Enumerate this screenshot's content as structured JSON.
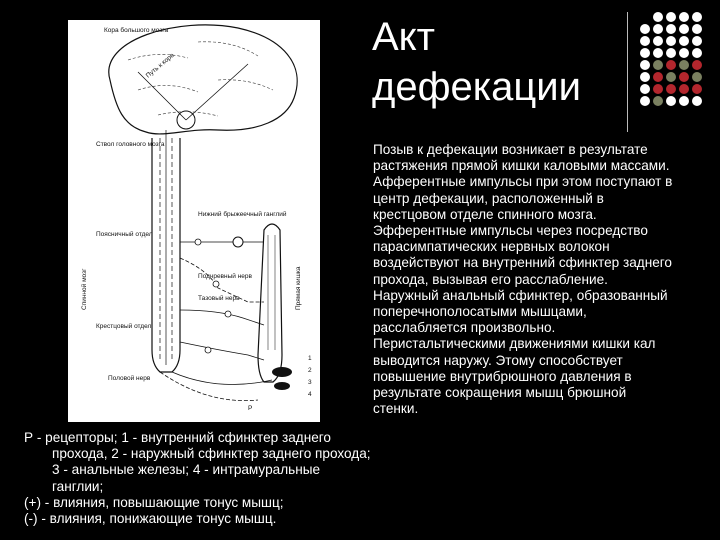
{
  "title": {
    "line1": "Акт",
    "line2": "дефекации"
  },
  "body_paragraphs": [
    "Позыв к дефекации возникает в результате растяжения прямой кишки каловыми массами.",
    "Афферентные импульсы при этом поступают в центр дефекации, расположенный в крестцовом отделе спинного мозга.",
    "Эфферентные импульсы через посредство парасимпатических нервных волокон воздействуют на внутренний сфинктер заднего прохода, вызывая его расслабление.",
    "Наружный анальный сфинктер, образованный поперечнополосатыми мышцами, расслабляется произвольно.",
    "Перистальтическими движениями кишки кал выводится наружу. Этому способствует повышение внутрибрюшного давления в результате сокращения мышц брюшной стенки."
  ],
  "legend": {
    "line1": "Р - рецепторы; 1 - внутренний сфинктер заднего прохода, 2 - наружный сфинктер заднего прохода; 3 - анальные железы; 4 - интрамуральные ганглии;",
    "line2": "(+) - влияния, повышающие тонус мышц;",
    "line3": "(-) - влияния, понижающие тонус мышц."
  },
  "diagram": {
    "labels": {
      "cortex": "Кора большого мозга",
      "pathway": "Путь к коре",
      "brainstem": "Ствол головного мозга",
      "lumbar": "Поясничный отдел",
      "spinal_cord": "Спинной мозг",
      "ganglion": "Нижний брыжеечный ганглий",
      "hypogastric": "Подчревный нерв",
      "pelvic": "Тазовый нерв",
      "sacral": "Крестцовый отдел",
      "pudendal": "Половой нерв",
      "rectum": "Прямая кишка",
      "n1": "1",
      "n2": "2",
      "n3": "3",
      "n4": "4",
      "p": "Р"
    }
  },
  "colors": {
    "background": "#000000",
    "text": "#ffffff",
    "dot_white": "#ffffff",
    "dot_olive": "#7a8060",
    "dot_red": "#b3262d"
  }
}
